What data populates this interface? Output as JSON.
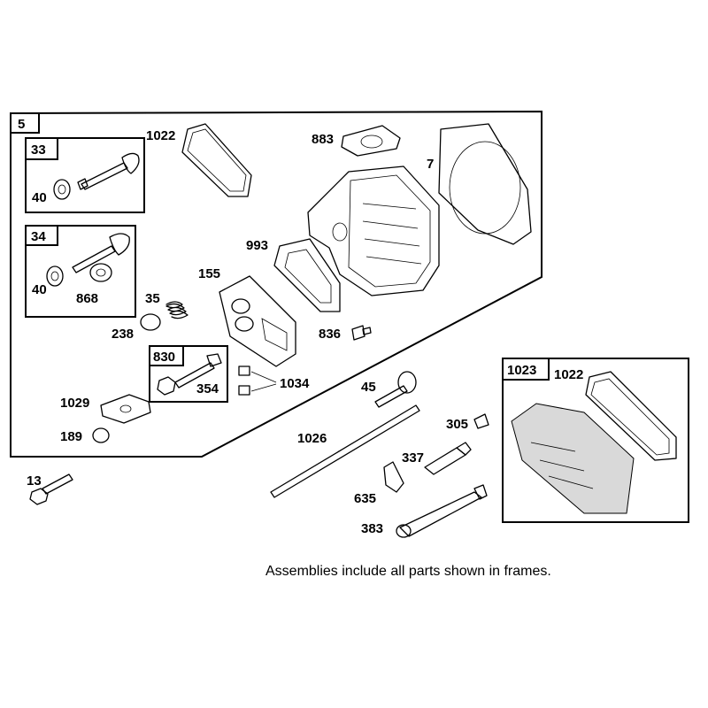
{
  "frames": {
    "main": "5",
    "exhaust_valve_kit": "33",
    "intake_valve_kit": "34",
    "rocker_stud_kit": "830",
    "rocker_cover_kit": "1023"
  },
  "labels": {
    "p1022a": "1022",
    "p883": "883",
    "p7": "7",
    "p40a": "40",
    "p40b": "40",
    "p868": "868",
    "p993": "993",
    "p155": "155",
    "p35": "35",
    "p238": "238",
    "p836": "836",
    "p354": "354",
    "p1034": "1034",
    "p1029": "1029",
    "p189": "189",
    "p45": "45",
    "p1022b": "1022",
    "p305": "305",
    "p1026": "1026",
    "p337": "337",
    "p13": "13",
    "p635": "635",
    "p383": "383"
  },
  "note": "Assemblies include all parts shown in frames."
}
